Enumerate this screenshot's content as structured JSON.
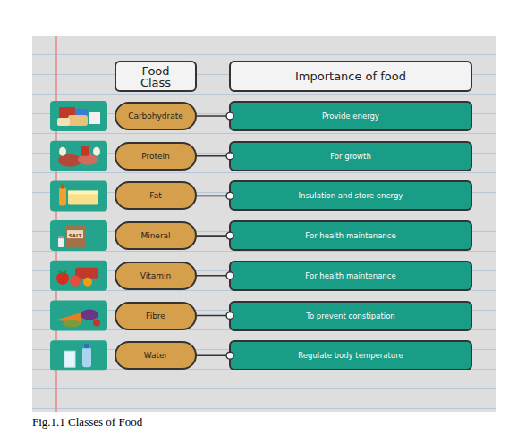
{
  "diagram": {
    "caption": "Fig.1.1 Classes of Food",
    "nodes": [
      {
        "text": [
          "Food Class"
        ]
      },
      {
        "text": [
          "Importance of food"
        ]
      },
      {
        "text": [
          "Carbohydrate"
        ]
      },
      {
        "text": [
          "Provide energy"
        ]
      },
      {
        "text": [
          "Protein"
        ]
      },
      {
        "text": [
          "For growth"
        ]
      },
      {
        "text": [
          "Fat"
        ]
      },
      {
        "text": [
          "Insulation and store energy"
        ]
      },
      {
        "text": [
          "Mineral"
        ]
      },
      {
        "text": [
          "For health maintenance"
        ]
      },
      {
        "text": [
          "Vitamin"
        ]
      },
      {
        "text": [
          "For health maintenance"
        ]
      },
      {
        "text": [
          "Fibre"
        ]
      },
      {
        "text": [
          "To prevent constipation"
        ]
      },
      {
        "text": [
          "Water"
        ]
      },
      {
        "text": [
          "Regulate body temperature"
        ]
      }
    ],
    "edges": [
      {
        "from": 2,
        "to": 3,
        "arrow": "none"
      },
      {
        "from": 4,
        "to": 5,
        "arrow": "none"
      },
      {
        "from": 6,
        "to": 7,
        "arrow": "none"
      },
      {
        "from": 8,
        "to": 9,
        "arrow": "none"
      },
      {
        "from": 10,
        "to": 11,
        "arrow": "none"
      },
      {
        "from": 12,
        "to": 13,
        "arrow": "none"
      },
      {
        "from": 14,
        "to": 15,
        "arrow": "none"
      }
    ],
    "labels": [
      "SALT"
    ]
  }
}
